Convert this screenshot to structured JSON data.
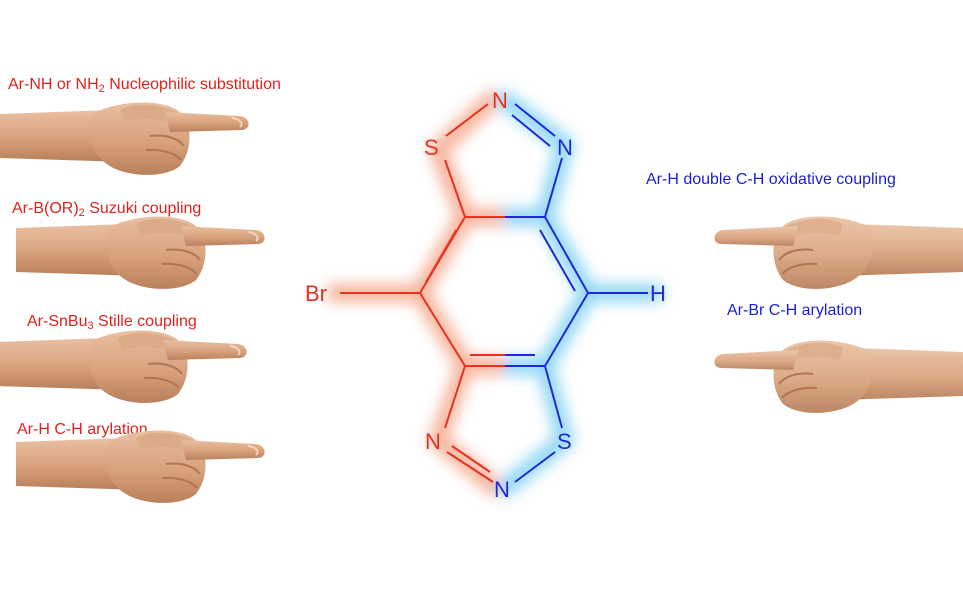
{
  "left_reactions": [
    {
      "prefix": "Ar-NH or NH",
      "sub": "2",
      "suffix": " Nucleophilic substitution"
    },
    {
      "prefix": "Ar-B(OR)",
      "sub": "2",
      "suffix": "  Suzuki coupling"
    },
    {
      "prefix": "Ar-SnBu",
      "sub": "3",
      "suffix": "  Stille coupling"
    },
    {
      "prefix": "Ar-H  C-H arylation",
      "sub": "",
      "suffix": ""
    }
  ],
  "right_reactions": [
    {
      "text": "Ar-H double C-H oxidative coupling"
    },
    {
      "text": "Ar-Br  C-H arylation"
    }
  ],
  "molecule": {
    "atoms": {
      "n_top": "N",
      "s_top_left": "S",
      "n_top_right": "N",
      "br": "Br",
      "h": "H",
      "n_bottom_left": "N",
      "s_bottom_right": "S",
      "n_bottom": "N"
    },
    "colors": {
      "bromo_side": "#e8321f",
      "hydrogen_side": "#1f2ad6",
      "bromo_glow": "#f7a688",
      "hydrogen_glow": "#7fd0f5"
    }
  },
  "colors": {
    "left_text": "#e0221c",
    "right_text": "#1a1fd6"
  }
}
